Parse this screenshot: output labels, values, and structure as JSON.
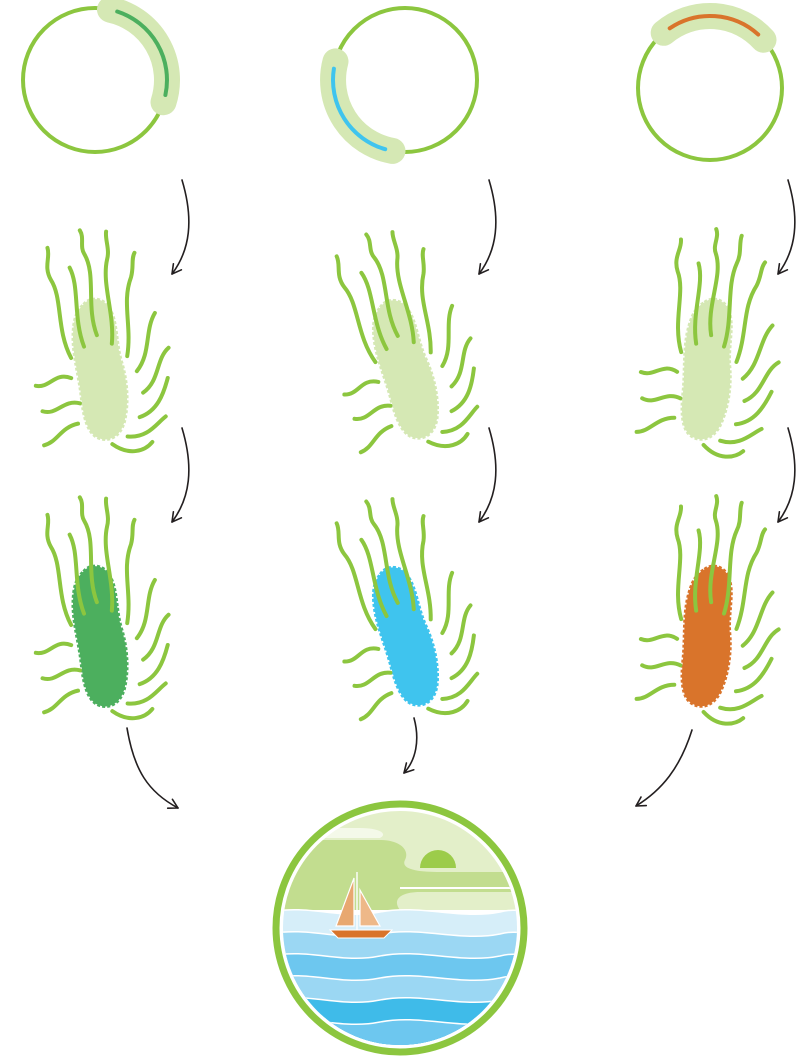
{
  "colors": {
    "ring": "#8cc63f",
    "pale": "#d5e8b4",
    "sky": "#e3efc9",
    "cloud_band": "#c2dd8f",
    "sun": "#9ccc4a",
    "arrow": "#231f20",
    "columns": [
      "#4caf5e",
      "#3fc4ee",
      "#d9742b"
    ],
    "sea": [
      "#d6eef9",
      "#9bd7f3",
      "#6dc7ef",
      "#3fbbe9"
    ],
    "sail_main": "#e8a870",
    "sail_jib": "#eeb888",
    "hull": "#d9742b"
  },
  "columns": [
    {
      "id": "green",
      "highlight": "green-arc-right"
    },
    {
      "id": "blue",
      "highlight": "blue-arc-left"
    },
    {
      "id": "orange",
      "highlight": "orange-arc-top"
    }
  ],
  "result": {
    "scene": "sailboat-at-sea"
  }
}
